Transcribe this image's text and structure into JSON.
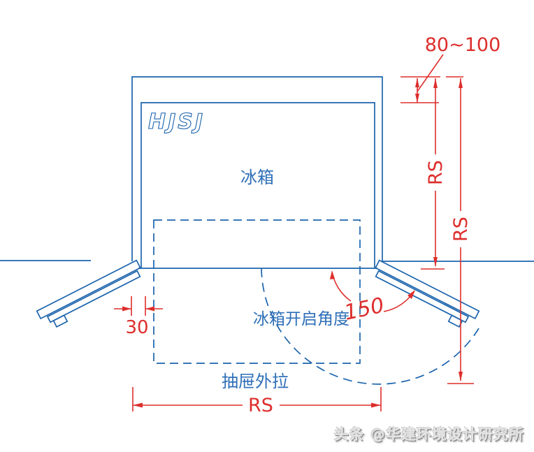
{
  "labels": {
    "logo": "HJSJ",
    "fridge": "冰箱",
    "opening_angle": "冰箱开启角度",
    "drawer_pull": "抽屉外拉"
  },
  "dimensions": {
    "top_clearance": "80~100",
    "fridge_depth": "RS",
    "overall_depth": "RS",
    "fridge_width": "RS",
    "door_side_gap": "30",
    "door_opening_angle": "150"
  },
  "watermark": {
    "text": "头条 @华建环境设计研究所"
  },
  "colors": {
    "line_blue": "#1c64ad",
    "text_blue": "#2e6fb7",
    "dim_red": "#dd2e2c",
    "watermark_gray": "#bdbdbd"
  }
}
